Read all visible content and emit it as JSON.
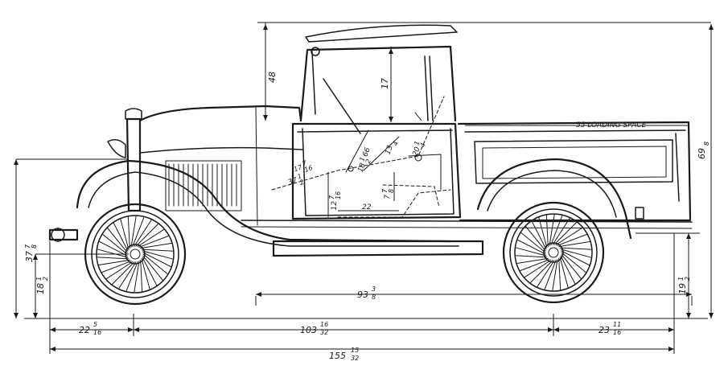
{
  "dimensions": {
    "overall_length": {
      "whole": "155",
      "num": "15",
      "den": "32"
    },
    "wheelbase": {
      "whole": "103",
      "num": "16",
      "den": "32"
    },
    "front_overhang": {
      "whole": "22",
      "num": "5",
      "den": "16"
    },
    "rear_overhang": {
      "whole": "23",
      "num": "11",
      "den": "16"
    },
    "frame_length": {
      "whole": "93",
      "num": "3",
      "den": "8"
    },
    "loading_space": "55 LOADING SPACE",
    "overall_height": {
      "whole": "69",
      "num": "",
      "den": "8"
    },
    "cab_height": "48",
    "roof_to_seat": "17",
    "headlamp_height": {
      "whole": "37",
      "num": "7",
      "den": "8"
    },
    "front_axle_height": {
      "whole": "18",
      "num": "1",
      "den": "2"
    },
    "rear_frame_height": {
      "whole": "19",
      "num": "1",
      "den": "2"
    },
    "seat_height": {
      "whole": "12",
      "num": "7",
      "den": "16"
    },
    "seat_depth": {
      "whole": "7",
      "num": "7",
      "den": "8"
    },
    "floor_length": "22",
    "steering_angle": {
      "whole": "37",
      "num": "1",
      "den": "2"
    },
    "steering_small": {
      "whole": "17",
      "num": "7",
      "den": "16"
    },
    "seat_back": {
      "whole": "18",
      "num": "1",
      "den": "2"
    },
    "driver_reach": "66",
    "diagonal_a": {
      "whole": "13",
      "num": "",
      "den": "4"
    },
    "diagonal_b": {
      "whole": "20",
      "num": "1",
      "den": "4"
    }
  }
}
